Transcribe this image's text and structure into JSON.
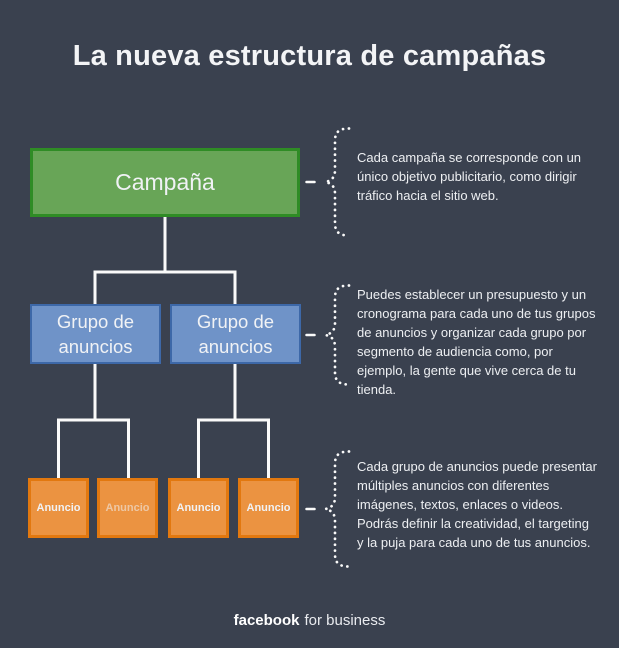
{
  "title": "La nueva estructura de campañas",
  "colors": {
    "background": "#3a414f",
    "title_color": "#f3f4f6",
    "campaign_fill": "#68a557",
    "campaign_border": "#2f8c25",
    "adgroup_fill": "#6f93c8",
    "adgroup_border": "#3d68a8",
    "ad_fill": "#eb9341",
    "ad_border": "#e2780f",
    "connector_color": "#fafafa",
    "annotation_color": "#edeff2"
  },
  "tree": {
    "campaign": {
      "label": "Campaña"
    },
    "ad_groups": [
      {
        "label": "Grupo de\nanuncios"
      },
      {
        "label": "Grupo de\nanuncios"
      }
    ],
    "ads": [
      {
        "label": "Anuncio"
      },
      {
        "label": "Anuncio"
      },
      {
        "label": "Anuncio"
      },
      {
        "label": "Anuncio"
      }
    ]
  },
  "annotations": [
    {
      "text": "Cada campaña se corresponde con un\núnico objetivo publicitario, como dirigir\ntráfico hacia el sitio web."
    },
    {
      "text": "Puedes establecer un presupuesto y un\ncronograma para cada uno de tus grupos\nde anuncios y organizar cada grupo por\nsegmento de audiencia como, por\nejemplo, la gente que vive cerca de tu\ntienda."
    },
    {
      "text": "Cada grupo de anuncios puede presentar\nmúltiples anuncios con diferentes\nimágenes, textos, enlaces o videos.\nPodrás definir la creatividad, el targeting\ny la puja para cada uno de tus anuncios."
    }
  ],
  "footer": {
    "brand": "facebook",
    "suffix": "for business"
  }
}
